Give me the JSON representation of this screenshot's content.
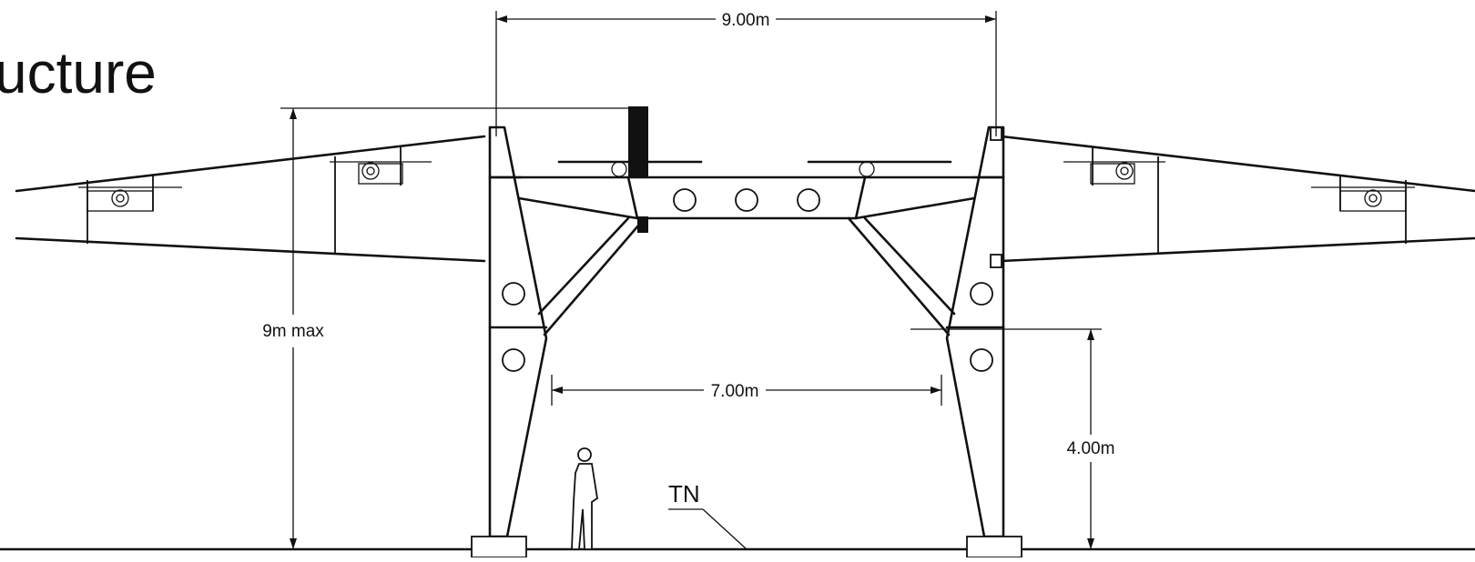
{
  "title": "ucture",
  "dimensions": {
    "top_span": "9.00m",
    "inner_span": "7.00m",
    "height_max": "9m max",
    "clearance": "4.00m"
  },
  "ground_label": "TN"
}
